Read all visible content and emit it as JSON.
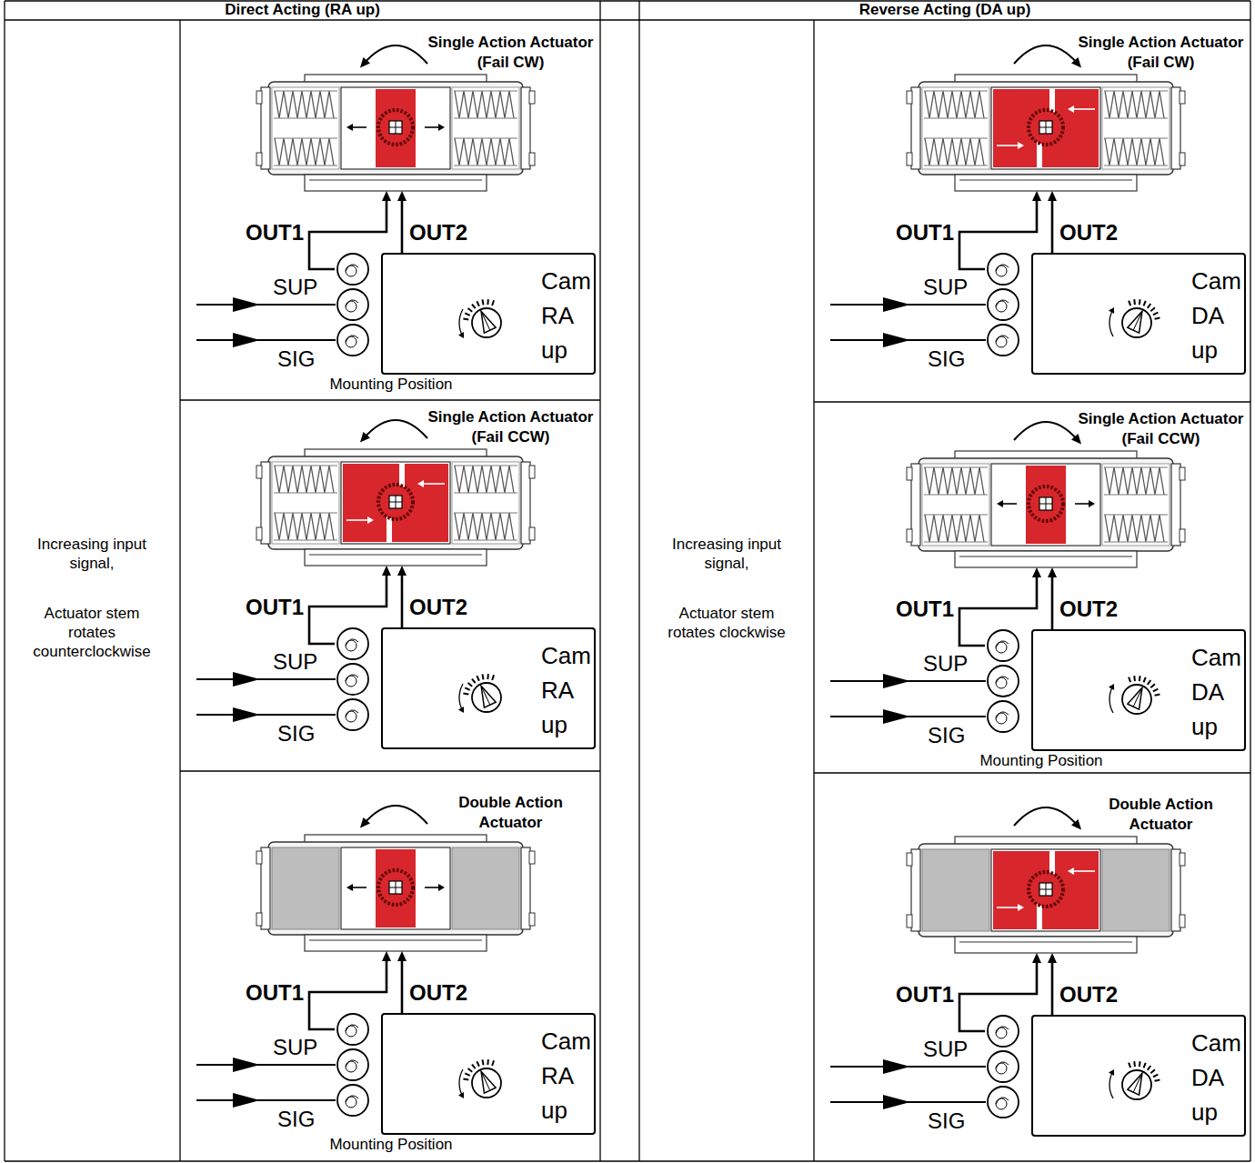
{
  "diagram": {
    "nodes": [
      {
        "text": [
          "Single Action Actuator (Fail CW)"
        ]
      },
      {
        "text": [
          "Cam RA up"
        ]
      },
      {
        "text": [
          "Single Action Actuator (Fail CW)"
        ]
      },
      {
        "text": [
          "Cam DA up"
        ]
      },
      {
        "text": [
          "Single Action Actuator (Fail CCW)"
        ]
      },
      {
        "text": [
          "Cam RA up"
        ]
      },
      {
        "text": [
          "Single Action Actuator (Fail CCW)"
        ]
      },
      {
        "text": [
          "Cam DA up"
        ]
      },
      {
        "text": [
          "Double Action Actuator"
        ]
      },
      {
        "text": [
          "Cam RA up"
        ]
      },
      {
        "text": [
          "Double Action Actuator"
        ]
      },
      {
        "text": [
          "Cam DA up"
        ]
      }
    ],
    "edges": [
      {
        "from": 1,
        "to": 0,
        "label": "OUT1",
        "arrow": "to"
      },
      {
        "from": 1,
        "to": 0,
        "label": "OUT2",
        "arrow": "to"
      },
      {
        "from": 3,
        "to": 2,
        "label": "OUT1",
        "arrow": "to"
      },
      {
        "from": 3,
        "to": 2,
        "label": "OUT2",
        "arrow": "to"
      },
      {
        "from": 5,
        "to": 4,
        "label": "OUT1",
        "arrow": "to"
      },
      {
        "from": 5,
        "to": 4,
        "label": "OUT2",
        "arrow": "to"
      },
      {
        "from": 7,
        "to": 6,
        "label": "OUT1",
        "arrow": "to"
      },
      {
        "from": 7,
        "to": 6,
        "label": "OUT2",
        "arrow": "to"
      },
      {
        "from": 9,
        "to": 8,
        "label": "OUT1",
        "arrow": "to"
      },
      {
        "from": 9,
        "to": 8,
        "label": "OUT2",
        "arrow": "to"
      },
      {
        "from": 11,
        "to": 10,
        "label": "OUT1",
        "arrow": "to"
      },
      {
        "from": 11,
        "to": 10,
        "label": "OUT2",
        "arrow": "to"
      }
    ],
    "labels": [
      "Direct Acting (RA up)",
      "Reverse Acting (DA up)",
      "Increasing input signal,",
      "Actuator stem rotates counterclockwise",
      "Increasing input signal,",
      "Actuator stem rotates clockwise",
      "SUP",
      "SIG",
      "Mounting Position",
      "SUP",
      "SIG",
      "SUP",
      "SIG",
      "SUP",
      "SIG",
      "Mounting Position",
      "SUP",
      "SIG",
      "Mounting Position",
      "SUP",
      "SIG"
    ]
  }
}
